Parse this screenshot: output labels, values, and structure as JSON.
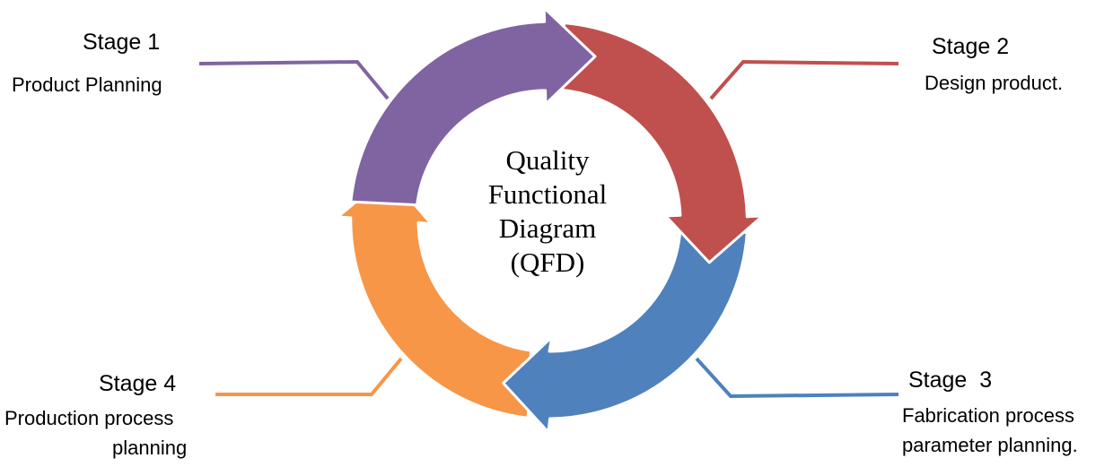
{
  "diagram": {
    "center_title_lines": [
      "Quality",
      "Functional",
      "Diagram",
      "(QFD)"
    ],
    "stages": [
      {
        "title": "Stage 1",
        "description_lines": [
          "Product Planning"
        ],
        "color": "#8064A2"
      },
      {
        "title": "Stage 2",
        "description_lines": [
          "Design product."
        ],
        "color": "#C0504D"
      },
      {
        "title": "Stage  3",
        "description_lines": [
          "Fabrication process",
          "parameter planning."
        ],
        "color": "#4F81BD"
      },
      {
        "title": "Stage 4",
        "description_lines": [
          "Production process",
          "planning"
        ],
        "color": "#F79646"
      }
    ]
  }
}
